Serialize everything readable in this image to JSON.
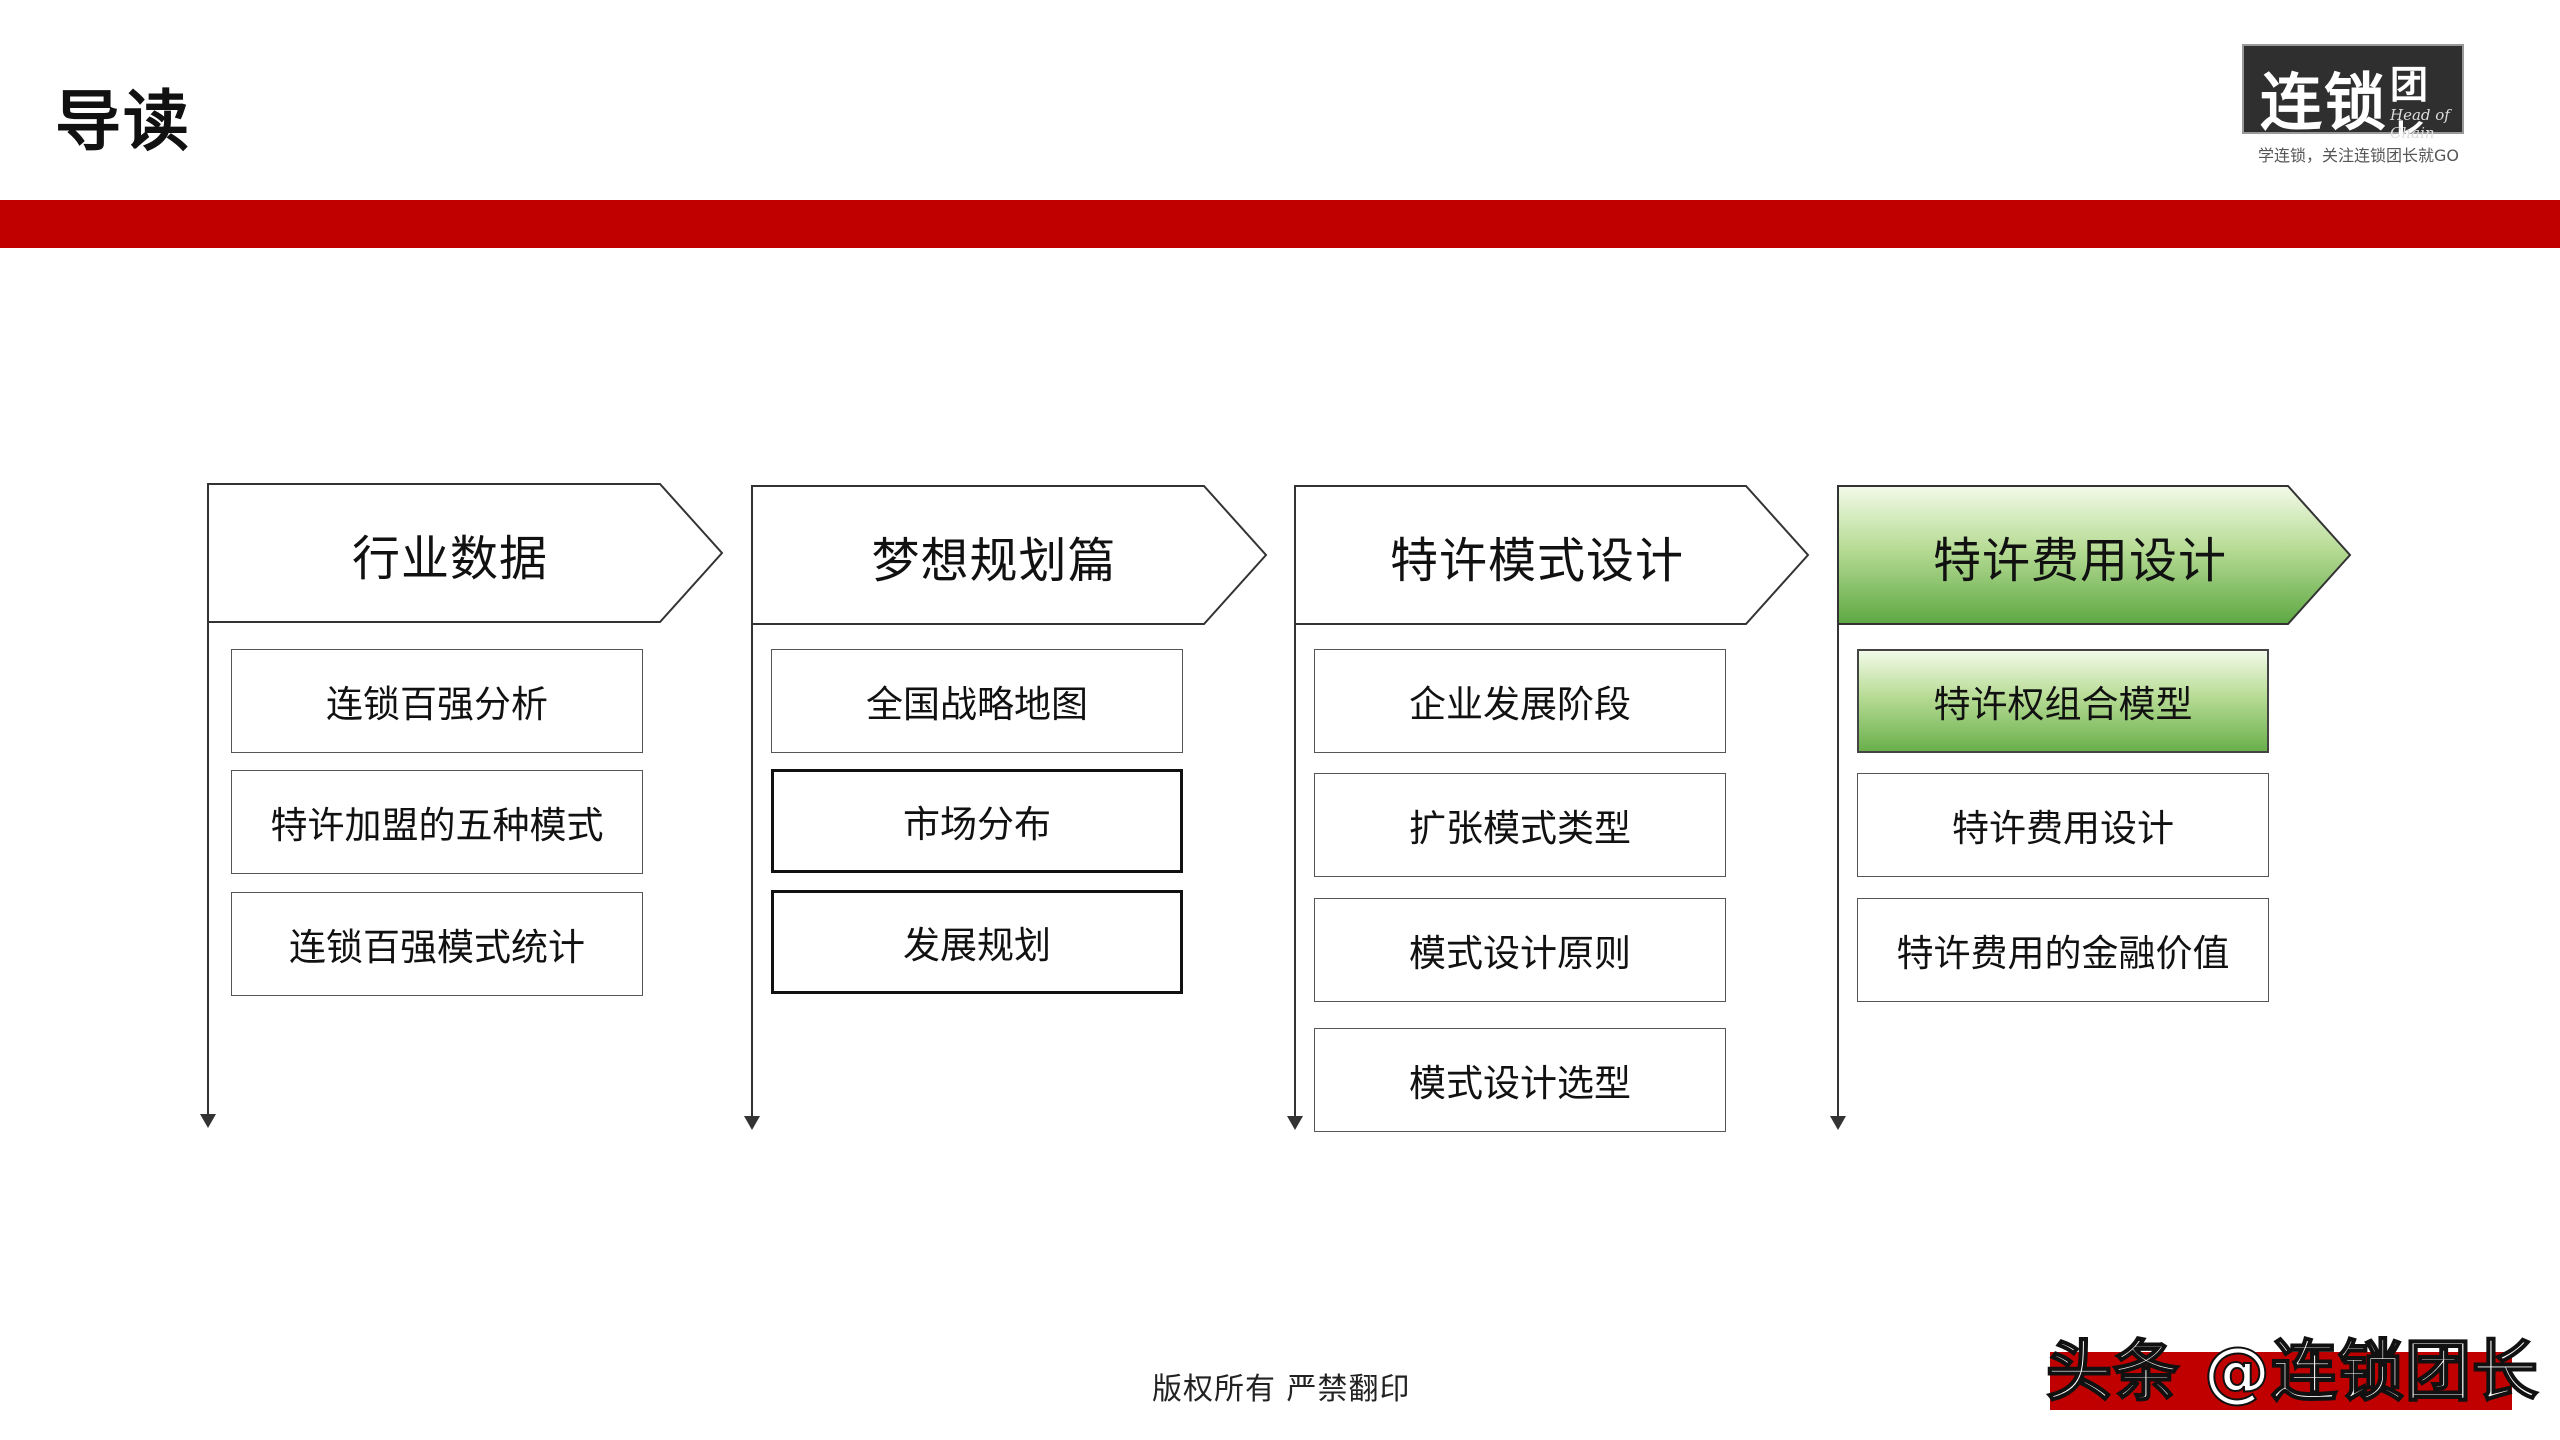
{
  "page": {
    "title": "导读"
  },
  "logo": {
    "main": "连锁",
    "sub": "团长",
    "en": "Head of Chain",
    "slogan": "学连锁，关注连锁团长就GO"
  },
  "columns": [
    {
      "header": "行业数据",
      "items": [
        "连锁百强分析",
        "特许加盟的五种模式",
        "连锁百强模式统计"
      ]
    },
    {
      "header": "梦想规划篇",
      "items": [
        "全国战略地图",
        "市场分布",
        "发展规划"
      ]
    },
    {
      "header": "特许模式设计",
      "items": [
        "企业发展阶段",
        "扩张模式类型",
        "模式设计原则",
        "模式设计选型"
      ]
    },
    {
      "header": "特许费用设计",
      "items": [
        "特许权组合模型",
        "特许费用设计",
        "特许费用的金融价值"
      ],
      "highlighted": true
    }
  ],
  "colors": {
    "accent_red": "#c00000",
    "highlight_green": "#6ab04c"
  },
  "footer": {
    "copyright": "版权所有  严禁翻印"
  },
  "watermark": {
    "text": "头条 @连锁团长"
  }
}
